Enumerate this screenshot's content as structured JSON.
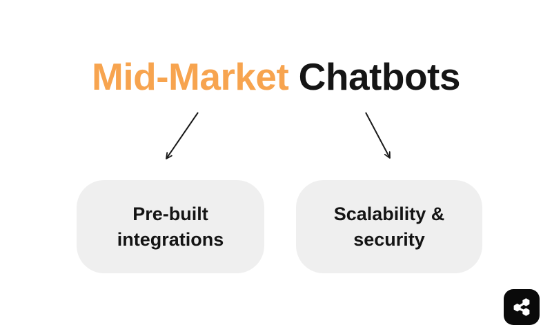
{
  "title": {
    "highlight": "Mid-Market",
    "rest": "Chatbots"
  },
  "cards": [
    {
      "name": "pre-built-integrations",
      "lines": [
        "Pre-built",
        "integrations"
      ]
    },
    {
      "name": "scalability-security",
      "lines": [
        "Scalability &",
        "security"
      ]
    }
  ],
  "share_button": {
    "icon": "share-icon"
  },
  "colors": {
    "page_background": "#FFFFFF",
    "title_highlight": "#F7A44F",
    "title_text": "#151515",
    "card_background": "#EFEFEF",
    "card_text": "#141414",
    "arrow": "#1A1A1A",
    "share_button_background": "#0A0A0A",
    "share_icon": "#FFFFFF"
  }
}
